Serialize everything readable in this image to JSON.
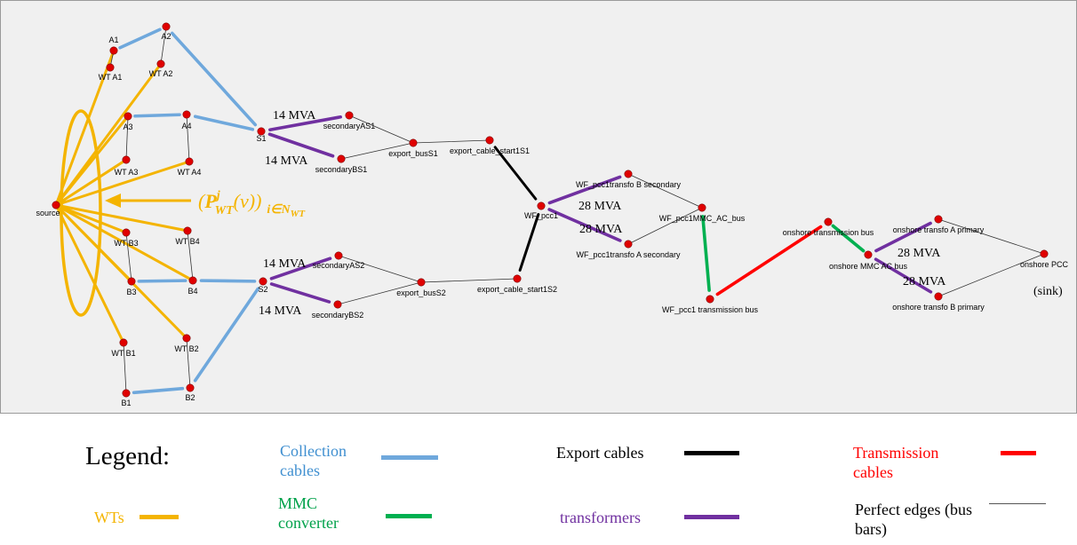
{
  "colors": {
    "collection": "#6fa8dc",
    "wt": "#f4b400",
    "export": "#000000",
    "transformer": "#7030a0",
    "mmc": "#00b050",
    "transmission": "#ff0000",
    "perfect": "#333333",
    "node": "#e00000",
    "legend_collection_text": "#3f8fd0",
    "legend_wts_text": "#f4b400",
    "legend_mmc_text": "#00a14a",
    "legend_transformers_text": "#7030a0",
    "legend_transmission_text": "#ff0000"
  },
  "nodes": [
    {
      "id": "A1",
      "label": "A1"
    },
    {
      "id": "A2",
      "label": "A2"
    },
    {
      "id": "WTA1",
      "label": "WT A1"
    },
    {
      "id": "WTA2",
      "label": "WT A2"
    },
    {
      "id": "A3",
      "label": "A3"
    },
    {
      "id": "A4",
      "label": "A4"
    },
    {
      "id": "WTA3",
      "label": "WT A3"
    },
    {
      "id": "WTA4",
      "label": "WT A4"
    },
    {
      "id": "source",
      "label": "source"
    },
    {
      "id": "WTB3",
      "label": "WT B3"
    },
    {
      "id": "WTB4",
      "label": "WT B4"
    },
    {
      "id": "B3",
      "label": "B3"
    },
    {
      "id": "B4",
      "label": "B4"
    },
    {
      "id": "WTB1",
      "label": "WT B1"
    },
    {
      "id": "WTB2",
      "label": "WT B2"
    },
    {
      "id": "B1",
      "label": "B1"
    },
    {
      "id": "B2",
      "label": "B2"
    },
    {
      "id": "S1",
      "label": "S1"
    },
    {
      "id": "S2",
      "label": "S2"
    },
    {
      "id": "secAS1",
      "label": "secondaryAS1"
    },
    {
      "id": "secBS1",
      "label": "secondaryBS1"
    },
    {
      "id": "expbusS1",
      "label": "export_busS1"
    },
    {
      "id": "expcabS1",
      "label": "export_cable_start1S1"
    },
    {
      "id": "secAS2",
      "label": "secondaryAS2"
    },
    {
      "id": "secBS2",
      "label": "secondaryBS2"
    },
    {
      "id": "expbusS2",
      "label": "export_busS2"
    },
    {
      "id": "expcabS2",
      "label": "export_cable_start1S2"
    },
    {
      "id": "wfpcc1",
      "label": "WF_pcc1"
    },
    {
      "id": "wfB",
      "label": "WF_pcc1transfo B secondary"
    },
    {
      "id": "wfA",
      "label": "WF_pcc1transfo A secondary"
    },
    {
      "id": "wfmmc",
      "label": "WF_pcc1MMC_AC_bus"
    },
    {
      "id": "wftx",
      "label": "WF_pcc1 transmission bus"
    },
    {
      "id": "ontx",
      "label": "onshore transmission bus"
    },
    {
      "id": "onmmc",
      "label": "onshore MMC AC bus"
    },
    {
      "id": "onA",
      "label": "onshore transfo A primary"
    },
    {
      "id": "onB",
      "label": "onshore transfo B primary"
    },
    {
      "id": "onpcc",
      "label": "onshore PCC"
    }
  ],
  "edges": [
    {
      "from": "A1",
      "to": "A2",
      "kind": "collection"
    },
    {
      "from": "A2",
      "to": "S1",
      "kind": "collection"
    },
    {
      "from": "A3",
      "to": "A4",
      "kind": "collection"
    },
    {
      "from": "A4",
      "to": "S1",
      "kind": "collection"
    },
    {
      "from": "B3",
      "to": "B4",
      "kind": "collection"
    },
    {
      "from": "B4",
      "to": "S2",
      "kind": "collection"
    },
    {
      "from": "B1",
      "to": "B2",
      "kind": "collection"
    },
    {
      "from": "B2",
      "to": "S2",
      "kind": "collection"
    },
    {
      "from": "source",
      "to": "A1",
      "kind": "wt"
    },
    {
      "from": "source",
      "to": "WTA2",
      "kind": "wt"
    },
    {
      "from": "source",
      "to": "A3",
      "kind": "wt"
    },
    {
      "from": "source",
      "to": "WTA4",
      "kind": "wt"
    },
    {
      "from": "source",
      "to": "WTA3",
      "kind": "wt"
    },
    {
      "from": "source",
      "to": "WTB3",
      "kind": "wt"
    },
    {
      "from": "source",
      "to": "WTB4",
      "kind": "wt"
    },
    {
      "from": "source",
      "to": "B3",
      "kind": "wt"
    },
    {
      "from": "source",
      "to": "B4",
      "kind": "wt"
    },
    {
      "from": "source",
      "to": "WTB1",
      "kind": "wt"
    },
    {
      "from": "source",
      "to": "WTB2",
      "kind": "wt"
    },
    {
      "from": "WTA1",
      "to": "A1",
      "kind": "perfect"
    },
    {
      "from": "WTA2",
      "to": "A2",
      "kind": "perfect"
    },
    {
      "from": "WTA3",
      "to": "A3",
      "kind": "perfect"
    },
    {
      "from": "WTA4",
      "to": "A4",
      "kind": "perfect"
    },
    {
      "from": "WTB3",
      "to": "B3",
      "kind": "perfect"
    },
    {
      "from": "WTB4",
      "to": "B4",
      "kind": "perfect"
    },
    {
      "from": "WTB1",
      "to": "B1",
      "kind": "perfect"
    },
    {
      "from": "WTB2",
      "to": "B2",
      "kind": "perfect"
    },
    {
      "from": "S1",
      "to": "secAS1",
      "kind": "transformer"
    },
    {
      "from": "S1",
      "to": "secBS1",
      "kind": "transformer"
    },
    {
      "from": "S2",
      "to": "secAS2",
      "kind": "transformer"
    },
    {
      "from": "S2",
      "to": "secBS2",
      "kind": "transformer"
    },
    {
      "from": "secAS1",
      "to": "expbusS1",
      "kind": "perfect"
    },
    {
      "from": "secBS1",
      "to": "expbusS1",
      "kind": "perfect"
    },
    {
      "from": "expbusS1",
      "to": "expcabS1",
      "kind": "perfect"
    },
    {
      "from": "secAS2",
      "to": "expbusS2",
      "kind": "perfect"
    },
    {
      "from": "secBS2",
      "to": "expbusS2",
      "kind": "perfect"
    },
    {
      "from": "expbusS2",
      "to": "expcabS2",
      "kind": "perfect"
    },
    {
      "from": "expcabS1",
      "to": "wfpcc1",
      "kind": "export"
    },
    {
      "from": "expcabS2",
      "to": "wfpcc1",
      "kind": "export"
    },
    {
      "from": "wfpcc1",
      "to": "wfB",
      "kind": "transformer"
    },
    {
      "from": "wfpcc1",
      "to": "wfA",
      "kind": "transformer"
    },
    {
      "from": "wfB",
      "to": "wfmmc",
      "kind": "perfect"
    },
    {
      "from": "wfA",
      "to": "wfmmc",
      "kind": "perfect"
    },
    {
      "from": "wfmmc",
      "to": "wftx",
      "kind": "mmc"
    },
    {
      "from": "wftx",
      "to": "ontx",
      "kind": "transmission"
    },
    {
      "from": "ontx",
      "to": "onmmc",
      "kind": "mmc"
    },
    {
      "from": "onmmc",
      "to": "onA",
      "kind": "transformer"
    },
    {
      "from": "onmmc",
      "to": "onB",
      "kind": "transformer"
    },
    {
      "from": "onA",
      "to": "onpcc",
      "kind": "perfect"
    },
    {
      "from": "onB",
      "to": "onpcc",
      "kind": "perfect"
    }
  ],
  "annotations": {
    "mva_s1_a": "14 MVA",
    "mva_s1_b": "14 MVA",
    "mva_s2_a": "14 MVA",
    "mva_s2_b": "14 MVA",
    "mva_wf_b": "28 MVA",
    "mva_wf_a": "28 MVA",
    "mva_on_a": "28 MVA",
    "mva_on_b": "28 MVA",
    "sink": "(sink)",
    "power_formula": {
      "open": "(",
      "symbol": "P",
      "sup": "j",
      "sub": "WT",
      "arg": "(v)",
      "close": ")",
      "index": "i∈N",
      "index_sub": "WT"
    }
  },
  "legend": {
    "title": "Legend:",
    "collection": "Collection cables",
    "export": "Export cables",
    "transmission": "Transmission cables",
    "wts": "WTs",
    "mmc": "MMC converter",
    "transformers": "transformers",
    "perfect": "Perfect edges (bus bars)"
  }
}
